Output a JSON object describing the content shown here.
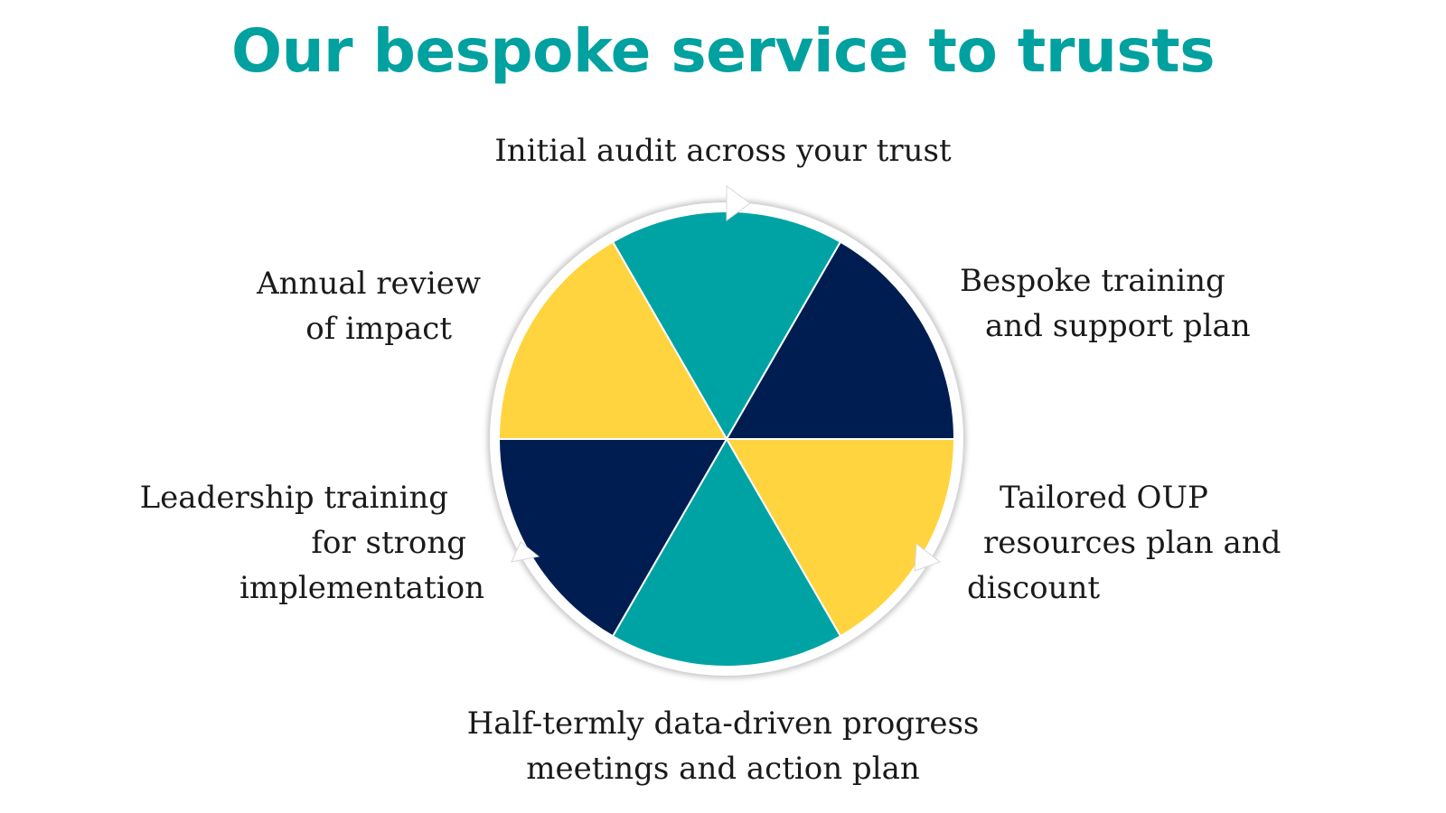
{
  "title": "Our bespoke service to trusts",
  "colors": {
    "title": "#00A19F",
    "teal": "#00A3A4",
    "navy": "#001D52",
    "yellow": "#FFD43E",
    "ring": "#ffffff",
    "ring_shadow": "#c9c9c9"
  },
  "steps": [
    {
      "lines": [
        "Initial audit across your trust"
      ],
      "color": "teal"
    },
    {
      "lines": [
        "Bespoke training",
        "and support plan"
      ],
      "color": "navy"
    },
    {
      "lines": [
        "Tailored OUP",
        "resources plan and",
        "discount"
      ],
      "color": "yellow"
    },
    {
      "lines": [
        "Half-termly data-driven progress",
        "meetings and action plan"
      ],
      "color": "teal"
    },
    {
      "lines": [
        "Leadership training",
        "for strong",
        "implementation"
      ],
      "color": "navy"
    },
    {
      "lines": [
        "Annual review",
        "of impact"
      ],
      "color": "yellow"
    }
  ],
  "cycle_arrow_icons": [
    "arrow-top-icon",
    "arrow-right-icon",
    "arrow-left-icon"
  ]
}
